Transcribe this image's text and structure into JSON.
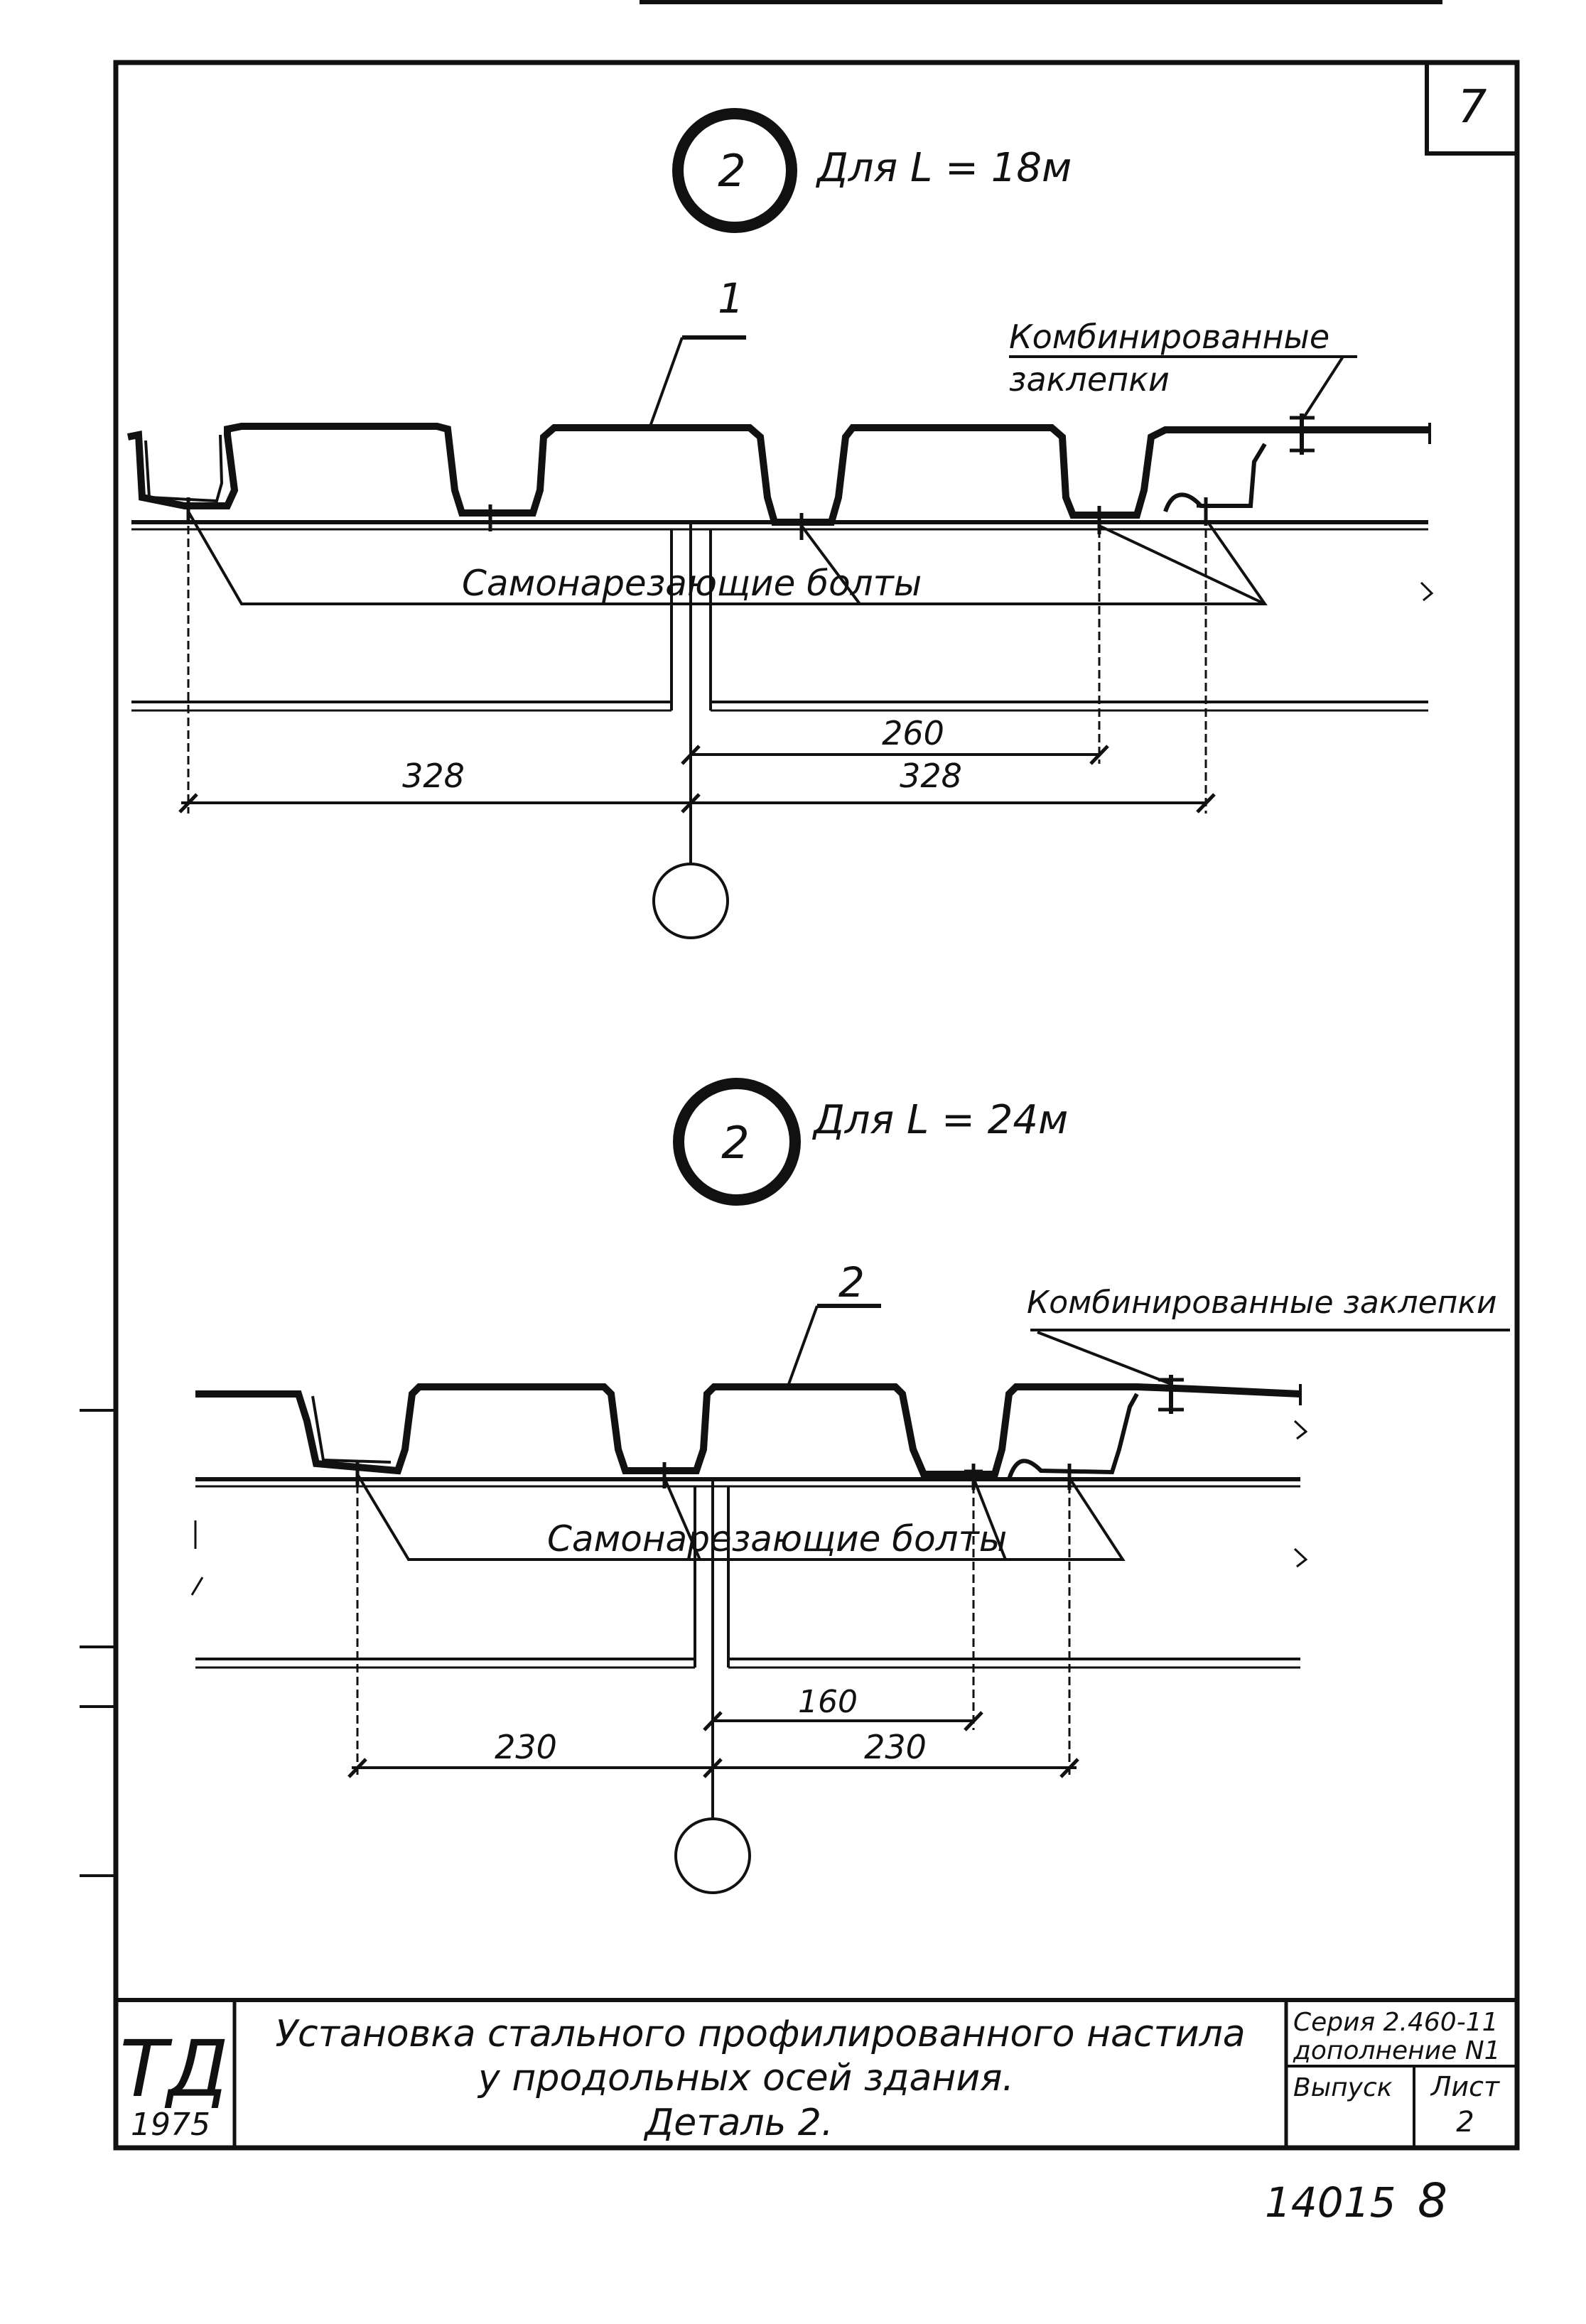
{
  "sheet": {
    "page_number": "7",
    "inventory_number": "14015",
    "inventory_page": "8"
  },
  "detail_1": {
    "marker_number": "2",
    "condition": "Для L = 18м",
    "deck_label": "1",
    "rivets_label_line1": "Комбинированные",
    "rivets_label_line2": "заклепки",
    "bolts_label": "Самонарезающие болты",
    "dim_a": "328",
    "dim_b": "260",
    "dim_c": "328"
  },
  "detail_2": {
    "marker_number": "2",
    "condition": "Для L = 24м",
    "deck_label": "2",
    "rivets_label": "Комбинированные заклепки",
    "bolts_label": "Самонарезающие болты",
    "dim_a": "230",
    "dim_b": "160",
    "dim_c": "230"
  },
  "title_block": {
    "logo": "ТД",
    "year": "1975",
    "title_line1": "Установка стального профилированного настила",
    "title_line2": "у продольных осей здания.",
    "title_line3": "Деталь 2.",
    "series_line1": "Серия 2.460-11",
    "series_line2": "дополнение N1",
    "issue_label": "Выпуск",
    "sheet_label": "Лист",
    "sheet_number": "2"
  }
}
